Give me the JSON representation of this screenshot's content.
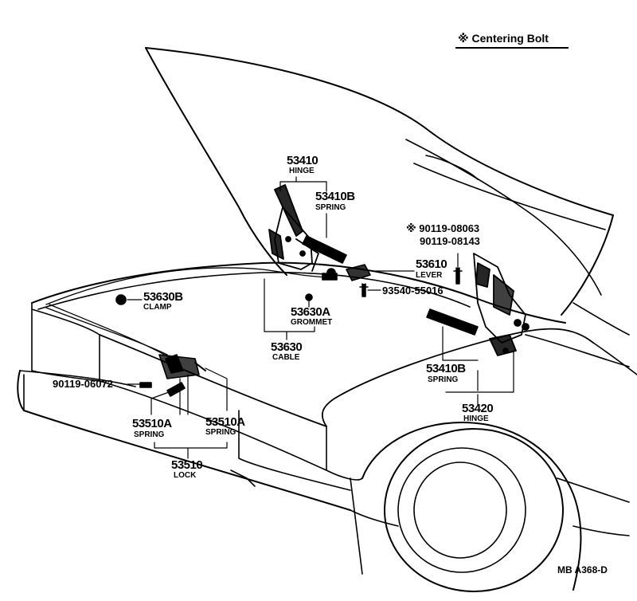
{
  "legend": "※ Centering Bolt",
  "reference": "MB  A368-D",
  "parts": {
    "p53410": {
      "number": "53410",
      "name": "HINGE"
    },
    "p53410b_upper": {
      "number": "53410B",
      "name": "SPRING"
    },
    "p53610": {
      "number": "53610",
      "name": "LEVER"
    },
    "p93540": {
      "number": "93540-55016"
    },
    "p53630b": {
      "number": "53630B",
      "name": "CLAMP"
    },
    "p53630a": {
      "number": "53630A",
      "name": "GROMMET"
    },
    "p53630": {
      "number": "53630",
      "name": "CABLE"
    },
    "p90119_08063": {
      "number": "※ 90119-08063"
    },
    "p90119_08143": {
      "number": "90119-08143"
    },
    "p53410b_lower": {
      "number": "53410B",
      "name": "SPRING"
    },
    "p53420": {
      "number": "53420",
      "name": "HINGE"
    },
    "p90119_06072": {
      "number": "90119-06072"
    },
    "p53510a_left": {
      "number": "53510A",
      "name": "SPRING"
    },
    "p53510a_right": {
      "number": "53510A",
      "name": "SPRING"
    },
    "p53510": {
      "number": "53510",
      "name": "LOCK"
    }
  },
  "colors": {
    "ink": "#000000",
    "paper": "#ffffff"
  }
}
